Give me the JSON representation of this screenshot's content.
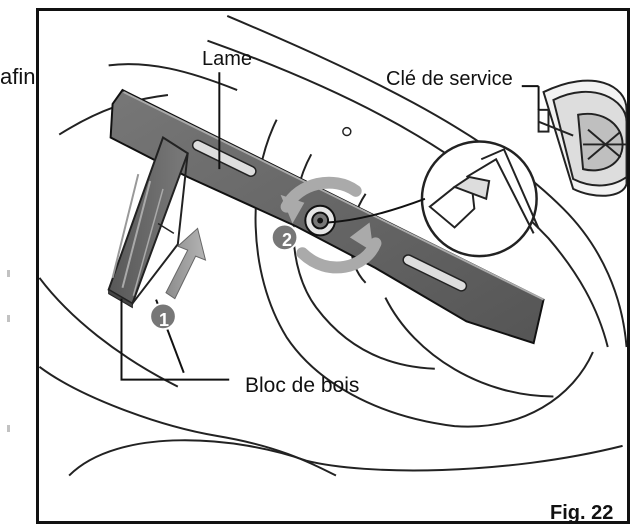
{
  "image": {
    "side_text": "afin"
  },
  "figure": {
    "labels": {
      "blade": "Lame",
      "service_key": "Clé de service",
      "wood_block": "Bloc de bois"
    },
    "steps": [
      "1",
      "2"
    ],
    "caption": "Fig. 22"
  }
}
